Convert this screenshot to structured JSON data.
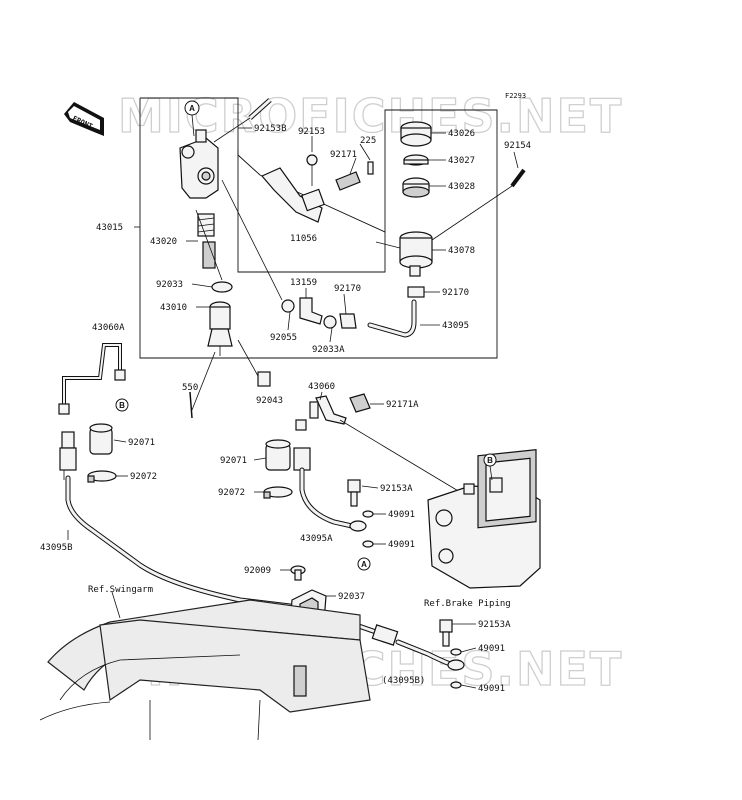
{
  "diagram_code": "F2293",
  "watermark": "MICROFICHES.NET",
  "front_label": "FRONT",
  "markers": {
    "a": "A",
    "b": "B"
  },
  "labels": {
    "p92153B": "92153B",
    "p92153": "92153",
    "p225": "225",
    "p92171": "92171",
    "p43026": "43026",
    "p43027": "43027",
    "p43028": "43028",
    "p92154": "92154",
    "p43015": "43015",
    "p43020": "43020",
    "p11056": "11056",
    "p43078": "43078",
    "p92033": "92033",
    "p13159": "13159",
    "p92170a": "92170",
    "p92170b": "92170",
    "p43010": "43010",
    "p43095": "43095",
    "p92055": "92055",
    "p92033A": "92033A",
    "p43060A": "43060A",
    "p550": "550",
    "p92043": "92043",
    "p43060": "43060",
    "p92171A": "92171A",
    "p92071a": "92071",
    "p92071b": "92071",
    "p92072a": "92072",
    "p92072b": "92072",
    "p92153Aa": "92153A",
    "p49091a": "49091",
    "p49091b": "49091",
    "p43095A": "43095A",
    "p43095B": "43095B",
    "p92009": "92009",
    "p92037": "92037",
    "p92153Ab": "92153A",
    "p49091c": "49091",
    "p49091d": "49091",
    "p43095Bparen": "(43095B)"
  },
  "references": {
    "swingarm": "Ref.Swingarm",
    "brake_piping": "Ref.Brake Piping"
  }
}
